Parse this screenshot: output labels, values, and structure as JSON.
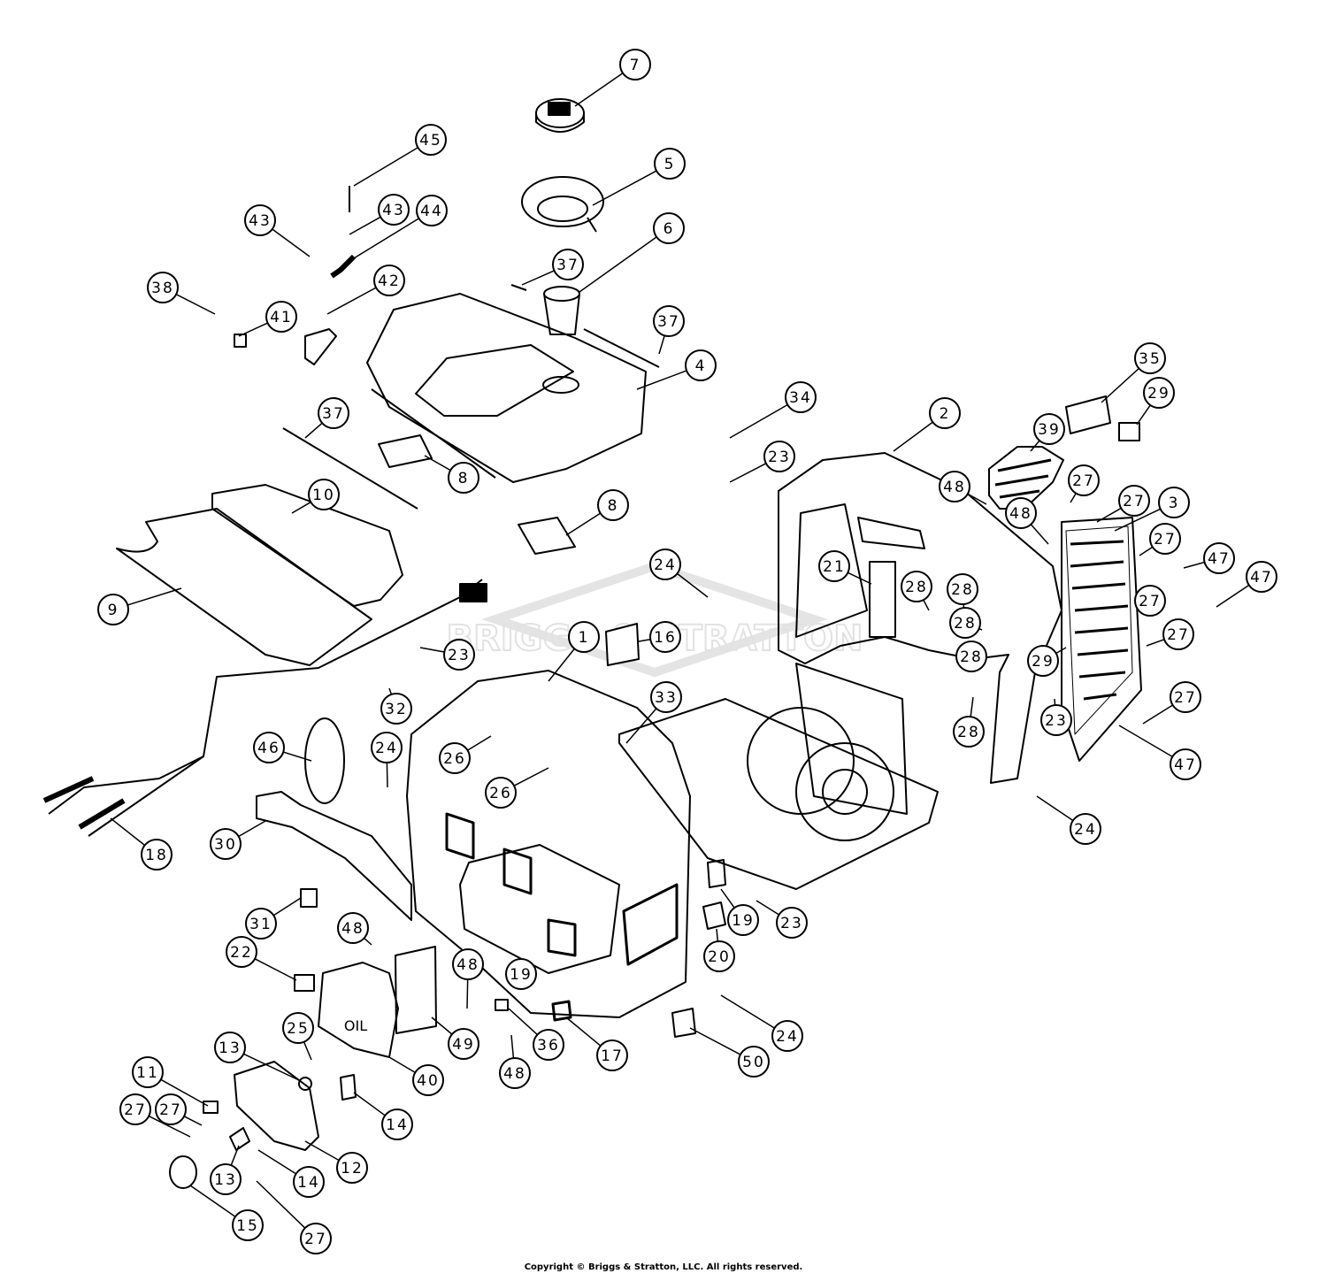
{
  "diagram": {
    "watermark": "BRIGGS & STRATTON",
    "decals": {
      "oil_label": "OIL"
    },
    "callouts": [
      {
        "label": "1"
      },
      {
        "label": "2"
      },
      {
        "label": "3"
      },
      {
        "label": "4"
      },
      {
        "label": "5"
      },
      {
        "label": "6"
      },
      {
        "label": "7"
      },
      {
        "label": "8"
      },
      {
        "label": "8"
      },
      {
        "label": "9"
      },
      {
        "label": "10"
      },
      {
        "label": "11"
      },
      {
        "label": "12"
      },
      {
        "label": "13"
      },
      {
        "label": "13"
      },
      {
        "label": "14"
      },
      {
        "label": "14"
      },
      {
        "label": "15"
      },
      {
        "label": "16"
      },
      {
        "label": "17"
      },
      {
        "label": "18"
      },
      {
        "label": "19"
      },
      {
        "label": "19"
      },
      {
        "label": "20"
      },
      {
        "label": "21"
      },
      {
        "label": "22"
      },
      {
        "label": "23"
      },
      {
        "label": "23"
      },
      {
        "label": "23"
      },
      {
        "label": "23"
      },
      {
        "label": "24"
      },
      {
        "label": "24"
      },
      {
        "label": "24"
      },
      {
        "label": "24"
      },
      {
        "label": "25"
      },
      {
        "label": "26"
      },
      {
        "label": "26"
      },
      {
        "label": "27"
      },
      {
        "label": "27"
      },
      {
        "label": "27"
      },
      {
        "label": "27"
      },
      {
        "label": "27"
      },
      {
        "label": "27"
      },
      {
        "label": "27"
      },
      {
        "label": "27"
      },
      {
        "label": "27"
      },
      {
        "label": "28"
      },
      {
        "label": "28"
      },
      {
        "label": "28"
      },
      {
        "label": "28"
      },
      {
        "label": "28"
      },
      {
        "label": "29"
      },
      {
        "label": "29"
      },
      {
        "label": "30"
      },
      {
        "label": "31"
      },
      {
        "label": "32"
      },
      {
        "label": "33"
      },
      {
        "label": "34"
      },
      {
        "label": "35"
      },
      {
        "label": "36"
      },
      {
        "label": "37"
      },
      {
        "label": "37"
      },
      {
        "label": "37"
      },
      {
        "label": "38"
      },
      {
        "label": "39"
      },
      {
        "label": "40"
      },
      {
        "label": "41"
      },
      {
        "label": "42"
      },
      {
        "label": "43"
      },
      {
        "label": "43"
      },
      {
        "label": "44"
      },
      {
        "label": "45"
      },
      {
        "label": "46"
      },
      {
        "label": "47"
      },
      {
        "label": "47"
      },
      {
        "label": "47"
      },
      {
        "label": "48"
      },
      {
        "label": "48"
      },
      {
        "label": "48"
      },
      {
        "label": "48"
      },
      {
        "label": "48"
      },
      {
        "label": "49"
      },
      {
        "label": "50"
      }
    ]
  },
  "footer": {
    "copyright": "Copyright © Briggs & Stratton, LLC. All rights reserved."
  }
}
